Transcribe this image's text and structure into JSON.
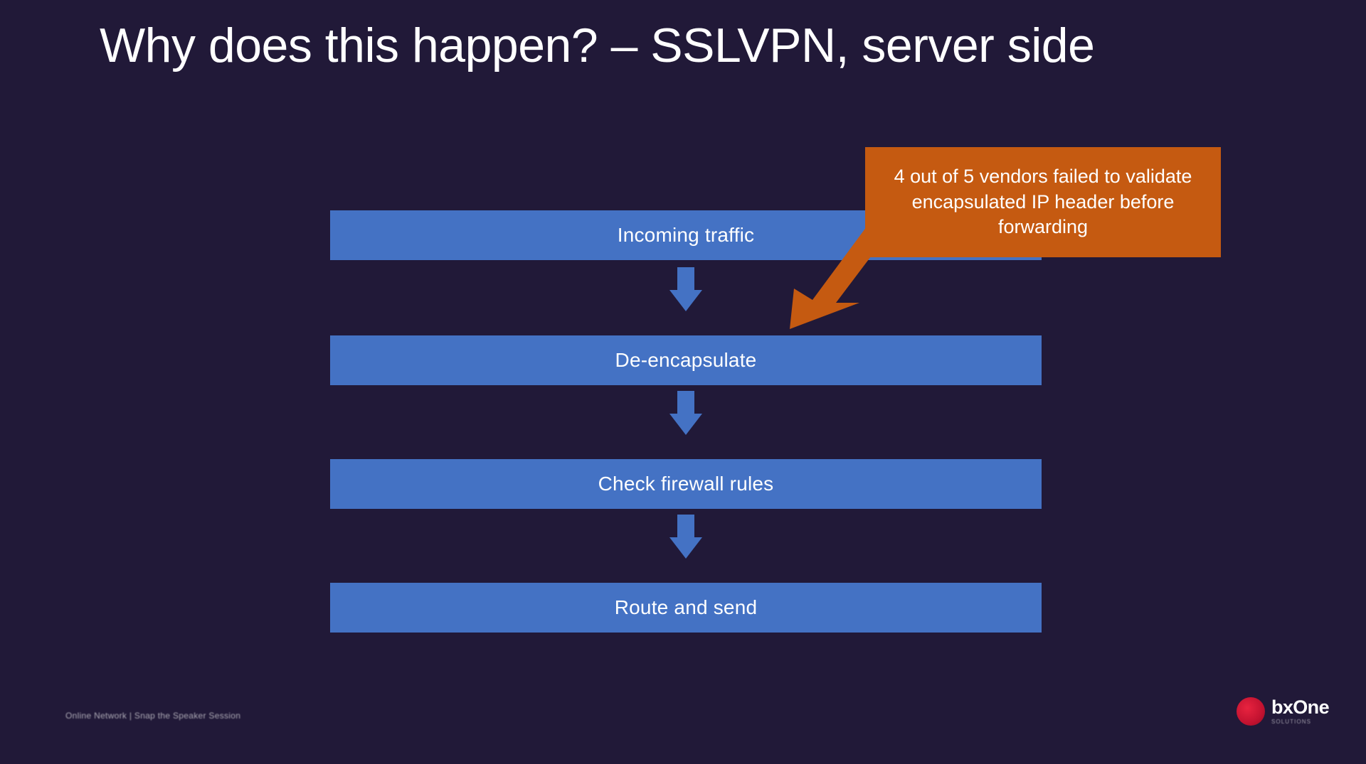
{
  "slide": {
    "title": "Why does this happen? – SSLVPN, server side",
    "background_color": "#211938"
  },
  "flow": {
    "box_color": "#4472C4",
    "arrow_color": "#4472C4",
    "steps": [
      {
        "label": "Incoming traffic"
      },
      {
        "label": "De-encapsulate"
      },
      {
        "label": "Check firewall rules"
      },
      {
        "label": "Route and send"
      }
    ]
  },
  "callout": {
    "text": "4 out of 5 vendors failed to validate encapsulated IP header before forwarding",
    "color": "#C55A11",
    "points_to": "De-encapsulate"
  },
  "footer": {
    "note": "Online Network  |  Snap the Speaker Session"
  },
  "brand": {
    "name": "bxOne",
    "tagline": "SOLUTIONS",
    "mark_color": "#c21230"
  }
}
